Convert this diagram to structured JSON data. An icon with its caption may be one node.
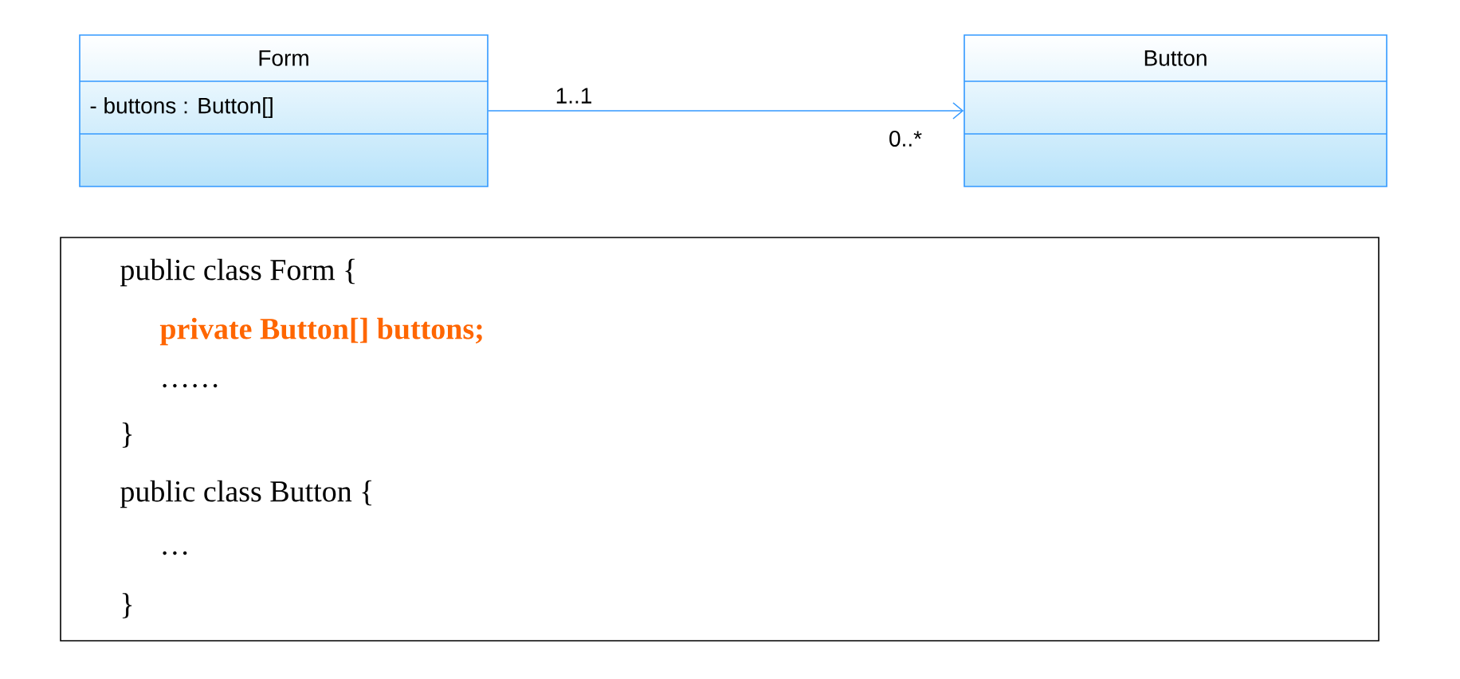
{
  "diagram": {
    "nodes": [
      {
        "text": [
          "Form",
          "-  buttons  : Button[]"
        ]
      },
      {
        "text": [
          "Button"
        ]
      },
      {
        "text": [
          "public class Form {",
          "private Button[] buttons;",
          "……",
          "}",
          "public class Button {",
          "…",
          "}"
        ]
      }
    ],
    "edges": [
      {
        "from": 0,
        "to": 1,
        "arrow": "to"
      }
    ],
    "labels": [
      "1..1",
      "0..*"
    ]
  }
}
